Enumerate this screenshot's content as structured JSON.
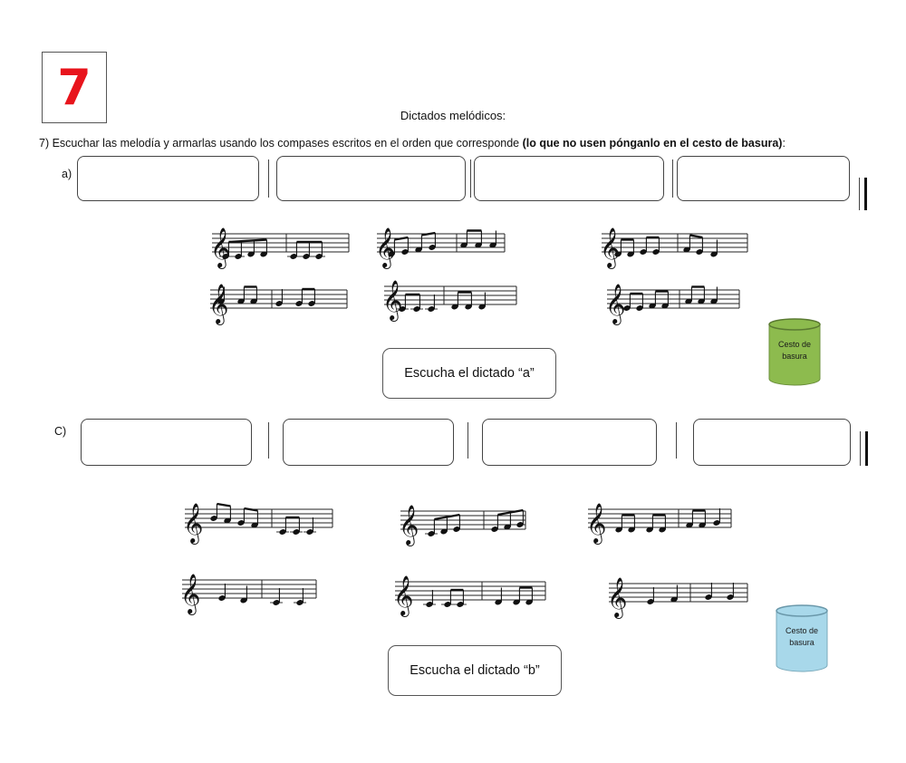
{
  "exercise_number": "7",
  "heading": "Dictados melódicos:",
  "instruction": {
    "text": "7) Escuchar las melodía y armarlas usando los compases escritos en el orden que corresponde ",
    "bold": "(lo que no usen pónganlo en el cesto de basura)",
    "end": ":"
  },
  "section_a": {
    "label": "a)",
    "listen_button": "Escucha el dictado “a”",
    "bin_label_line1": "Cesto de",
    "bin_label_line2": "basura",
    "bin_color": "#8dbb4e"
  },
  "section_c": {
    "label": "C)",
    "listen_button": "Escucha el dictado “b”",
    "bin_label_line1": "Cesto de",
    "bin_label_line2": "basura",
    "bin_color": "#a8d8ea"
  },
  "icons": [
    "treble-clef-icon",
    "trash-bin-icon"
  ]
}
